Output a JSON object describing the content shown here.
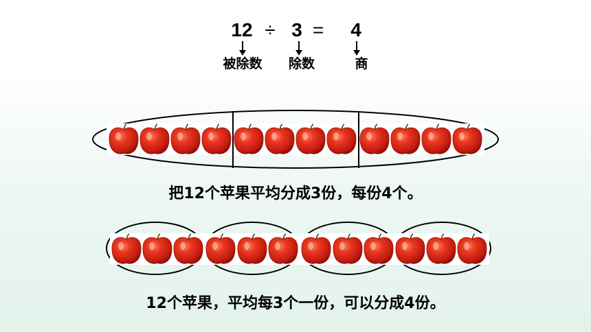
{
  "equation": {
    "dividend": "12",
    "divide_sign": "÷",
    "divisor": "3",
    "equals_sign": "=",
    "quotient": "4"
  },
  "terms": {
    "dividend_label": "被除数",
    "divisor_label": "除数",
    "quotient_label": "商"
  },
  "captions": {
    "first": "把12个苹果平均分成3份，每份4个。",
    "second": "12个苹果，平均每3个一份，可以分成4份。"
  },
  "colors": {
    "apple_red": "#d42a1c",
    "apple_dark": "#9c1208",
    "outline": "#000000"
  }
}
